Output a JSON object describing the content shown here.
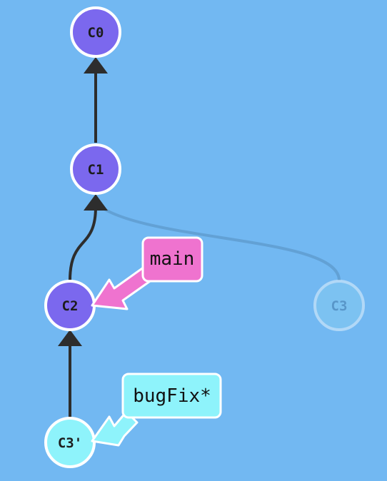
{
  "commits": {
    "c0": "C0",
    "c1": "C1",
    "c2": "C2",
    "c3": "C3",
    "c3_prime": "C3'"
  },
  "branches": {
    "main": "main",
    "bugfix": "bugFix*"
  },
  "colors": {
    "background": "#72b8f2",
    "commit_fill": "#7b68ee",
    "rebased_commit_fill": "#8ef3fb",
    "ghost_commit_fill": "#6aaee0",
    "main_branch": "#ef73cf",
    "bugfix_branch": "#8ef3fb"
  }
}
